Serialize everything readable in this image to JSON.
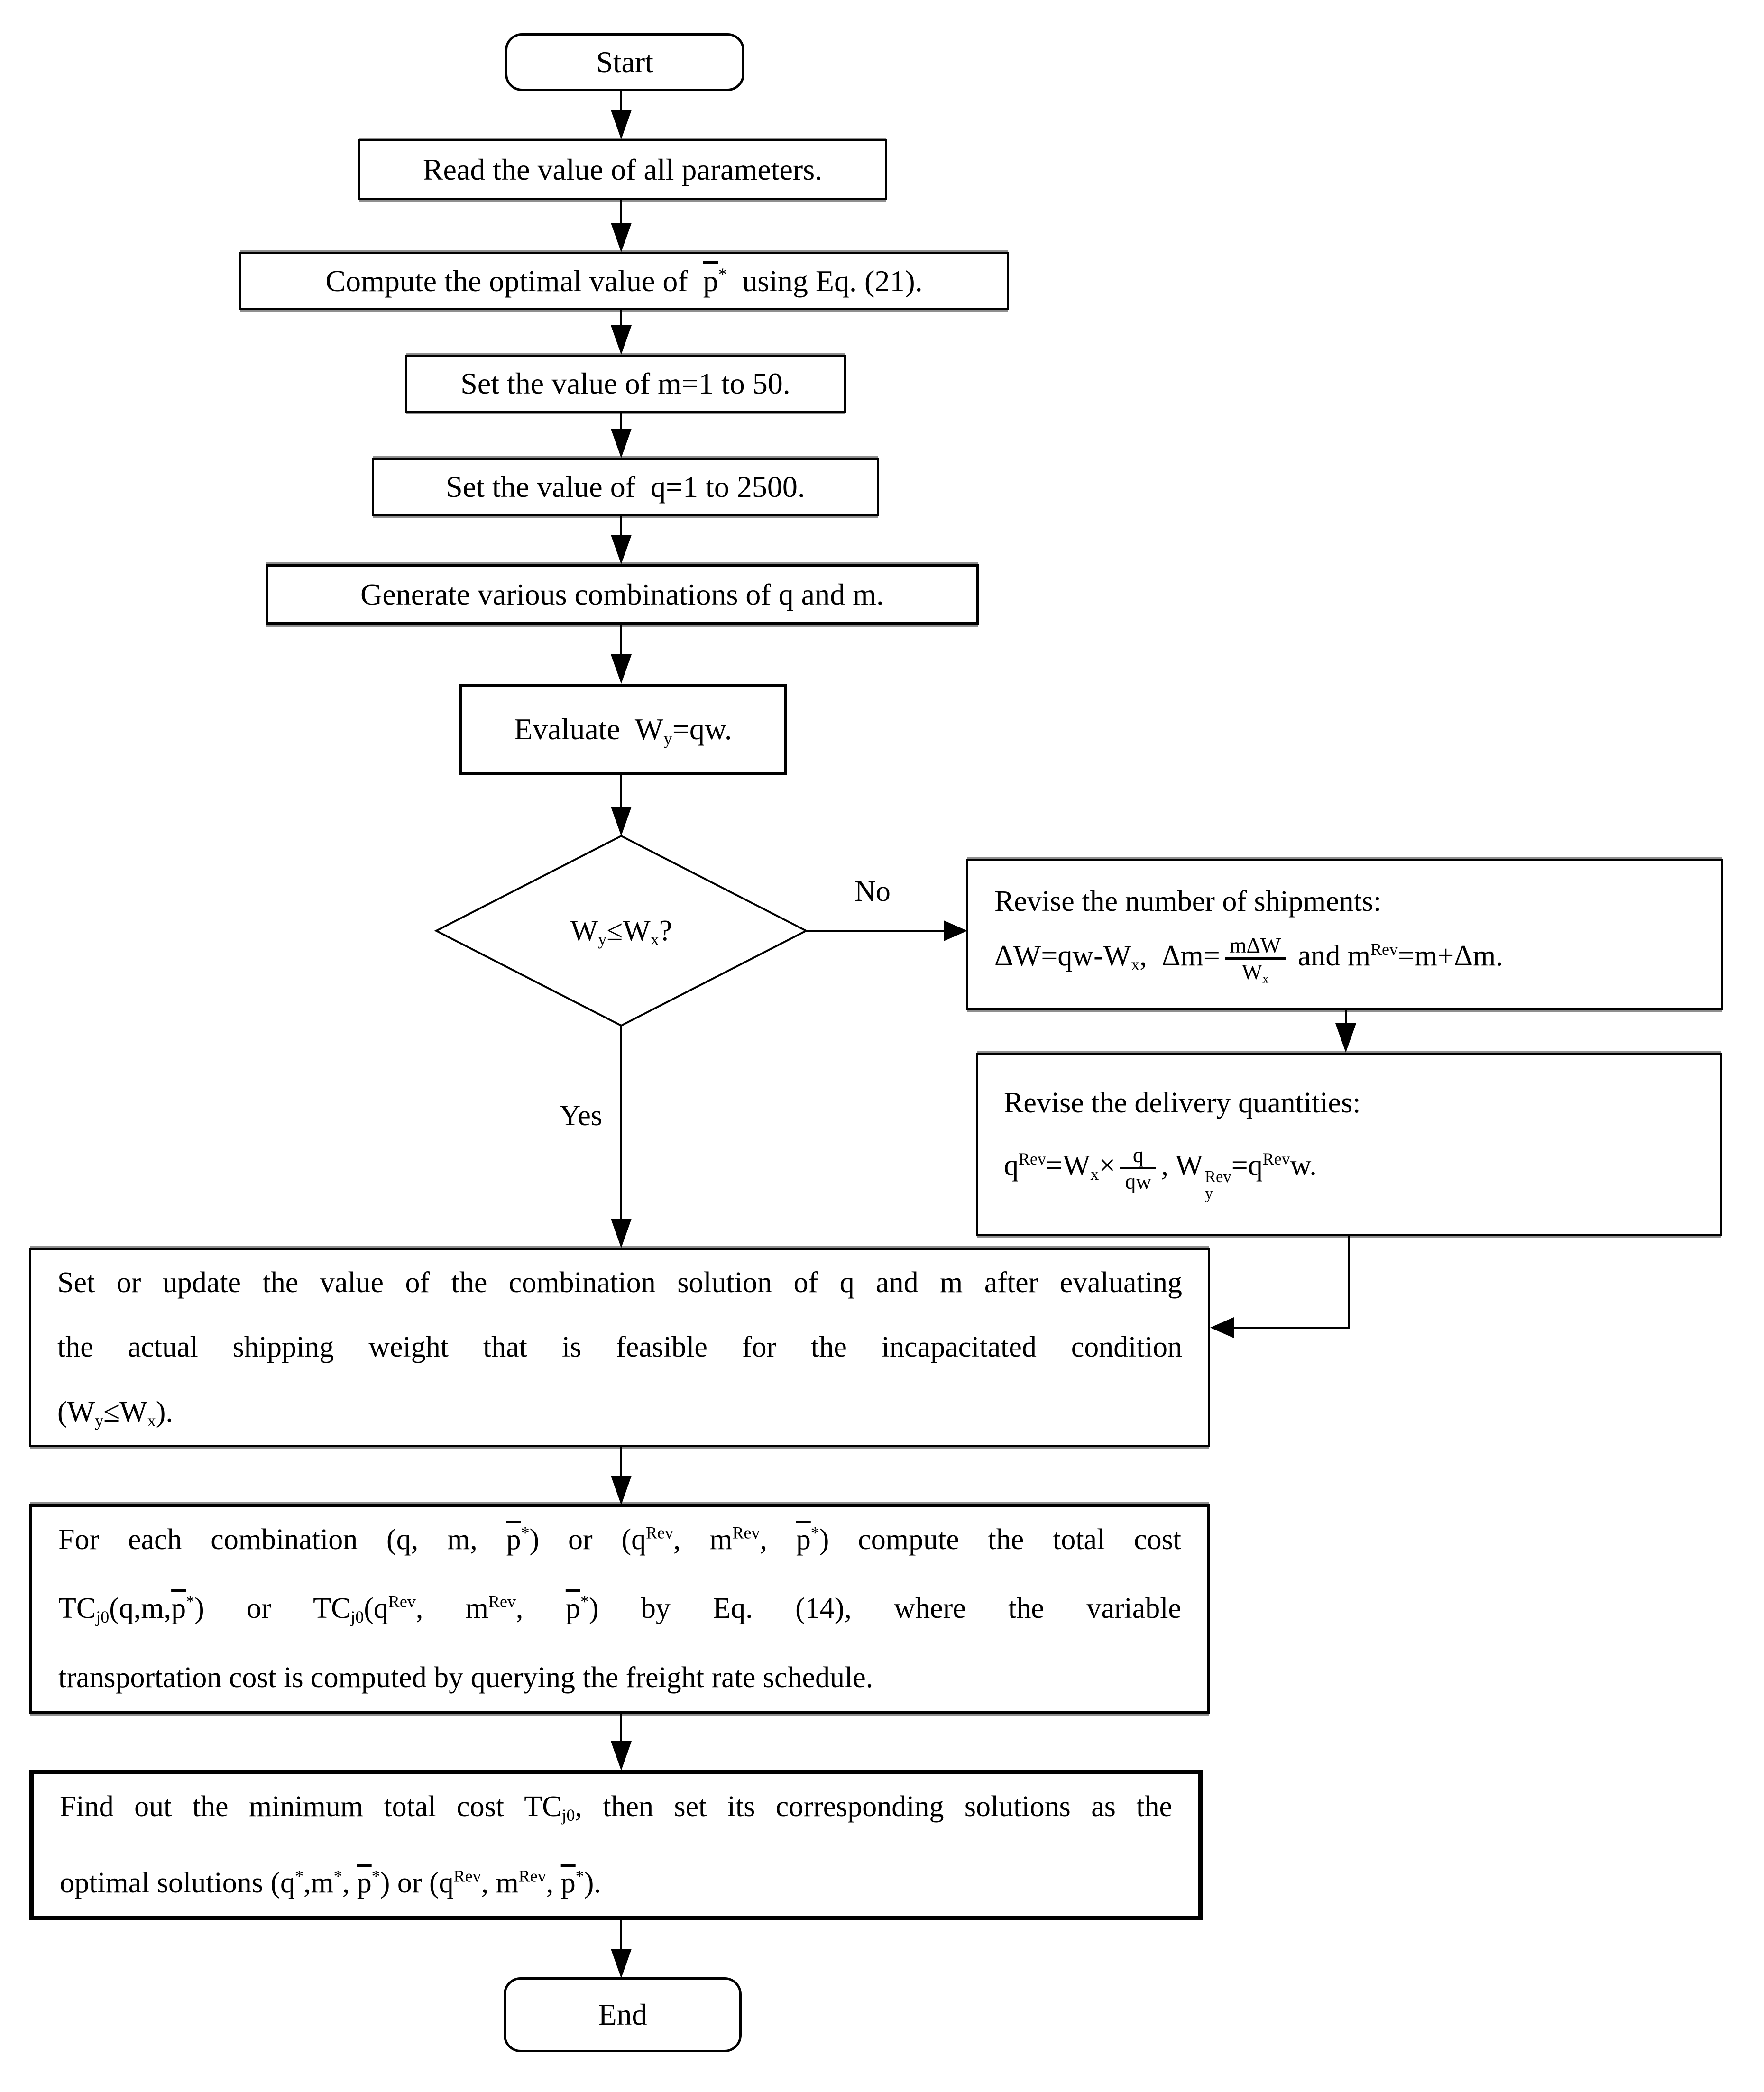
{
  "flowchart": {
    "start": {
      "label": "Start"
    },
    "read_params": {
      "label": "Read the value of all parameters."
    },
    "compute_p": {
      "label_html": "Compute the optimal value of&nbsp; <span class='ov'>p</span><sup>*</sup>&nbsp; using Eq. (21)."
    },
    "set_m": {
      "label": "Set the value of m=1 to 50."
    },
    "set_q": {
      "label": "Set the value of  q=1 to 2500."
    },
    "generate": {
      "label": "Generate various combinations of q and m."
    },
    "evaluate": {
      "label_html": "Evaluate&nbsp; W<sub>y</sub>=qw."
    },
    "decision": {
      "label_html": "W<sub>y</sub>≤W<sub>x</sub>?",
      "yes_label": "Yes",
      "no_label": "No"
    },
    "revise_shipments": {
      "title": "Revise the number of shipments:",
      "formula_html": "ΔW=qw-W<sub>x</sub>,&nbsp; Δm=<span class='frac'><span class='num'>mΔW</span><span class='den'>W<sub>x</sub></span></span> and m<sup>Rev</sup>=m+Δm."
    },
    "revise_delivery": {
      "title": "Revise the delivery quantities:",
      "formula_html": "q<sup>Rev</sup>=W<sub>x</sub>×<span class='frac'><span class='num'>q</span><span class='den'>qw</span></span>, W<span class='ss'><span>Rev</span><span>y</span></span>=q<sup>Rev</sup>w."
    },
    "set_update": {
      "lines_html": [
        "Set or update the value of the combination solution of q and m after evaluating",
        "the actual shipping weight that is feasible for the incapacitated condition",
        "(W<sub>y</sub>≤W<sub>x</sub>)."
      ]
    },
    "compute_cost": {
      "lines_html": [
        "For each combination (q, m, <span class='ov'>p</span><sup>*</sup>) or (q<sup>Rev</sup>, m<sup>Rev</sup>, <span class='ov'>p</span><sup>*</sup>) compute the total cost",
        "TC<sub>j0</sub>(q,m,<span class='ov'>p</span><sup>*</sup>) or TC<sub>j0</sub>(q<sup>Rev</sup>, m<sup>Rev</sup>, <span class='ov'>p</span><sup>*</sup>) by Eq. (14), where the variable",
        "transportation cost is computed by querying the freight rate schedule."
      ]
    },
    "find_min": {
      "lines_html": [
        "Find out the minimum total cost TC<sub>j0</sub>, then set its corresponding solutions as the",
        "optimal solutions (q<sup>*</sup>,m<sup>*</sup>, <span class='ov'>p</span><sup>*</sup>) or (q<sup>Rev</sup>, m<sup>Rev</sup>, <span class='ov'>p</span><sup>*</sup>)."
      ]
    },
    "end": {
      "label": "End"
    }
  },
  "colors": {
    "stroke": "#000000",
    "fill": "#ffffff",
    "shadow": "#8f8f8f"
  }
}
